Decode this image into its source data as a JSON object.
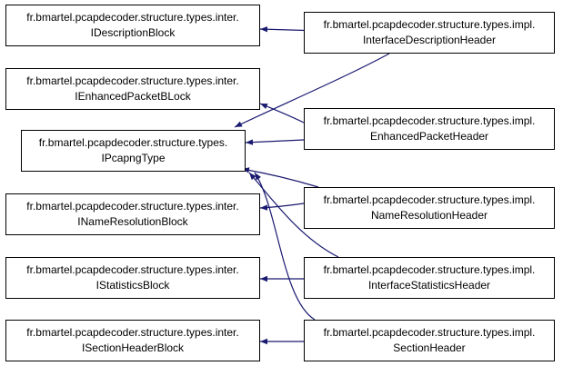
{
  "diagram": {
    "colors": {
      "edge": "#191970",
      "border": "#000000",
      "text": "#000000"
    },
    "interfaces": [
      {
        "id": "desc",
        "line1": "fr.bmartel.pcapdecoder.structure.types.inter.",
        "line2": "IDescriptionBlock"
      },
      {
        "id": "epb",
        "line1": "fr.bmartel.pcapdecoder.structure.types.inter.",
        "line2": "IEnhancedPacketBLock"
      },
      {
        "id": "pcap",
        "line1": "fr.bmartel.pcapdecoder.structure.types.",
        "line2": "IPcapngType"
      },
      {
        "id": "nrb",
        "line1": "fr.bmartel.pcapdecoder.structure.types.inter.",
        "line2": "INameResolutionBlock"
      },
      {
        "id": "isb",
        "line1": "fr.bmartel.pcapdecoder.structure.types.inter.",
        "line2": "IStatisticsBlock"
      },
      {
        "id": "shb",
        "line1": "fr.bmartel.pcapdecoder.structure.types.inter.",
        "line2": "ISectionHeaderBlock"
      }
    ],
    "implementations": [
      {
        "id": "idh",
        "line1": "fr.bmartel.pcapdecoder.structure.types.impl.",
        "line2": "InterfaceDescriptionHeader"
      },
      {
        "id": "eph",
        "line1": "fr.bmartel.pcapdecoder.structure.types.impl.",
        "line2": "EnhancedPacketHeader"
      },
      {
        "id": "nrh",
        "line1": "fr.bmartel.pcapdecoder.structure.types.impl.",
        "line2": "NameResolutionHeader"
      },
      {
        "id": "ish",
        "line1": "fr.bmartel.pcapdecoder.structure.types.impl.",
        "line2": "InterfaceStatisticsHeader"
      },
      {
        "id": "sh",
        "line1": "fr.bmartel.pcapdecoder.structure.types.impl.",
        "line2": "SectionHeader"
      }
    ],
    "edges": [
      {
        "from": "idh",
        "to": "desc"
      },
      {
        "from": "idh",
        "to": "pcap"
      },
      {
        "from": "eph",
        "to": "epb"
      },
      {
        "from": "eph",
        "to": "pcap"
      },
      {
        "from": "nrh",
        "to": "nrb"
      },
      {
        "from": "nrh",
        "to": "pcap"
      },
      {
        "from": "ish",
        "to": "isb"
      },
      {
        "from": "ish",
        "to": "pcap"
      },
      {
        "from": "sh",
        "to": "shb"
      },
      {
        "from": "sh",
        "to": "pcap"
      }
    ]
  }
}
